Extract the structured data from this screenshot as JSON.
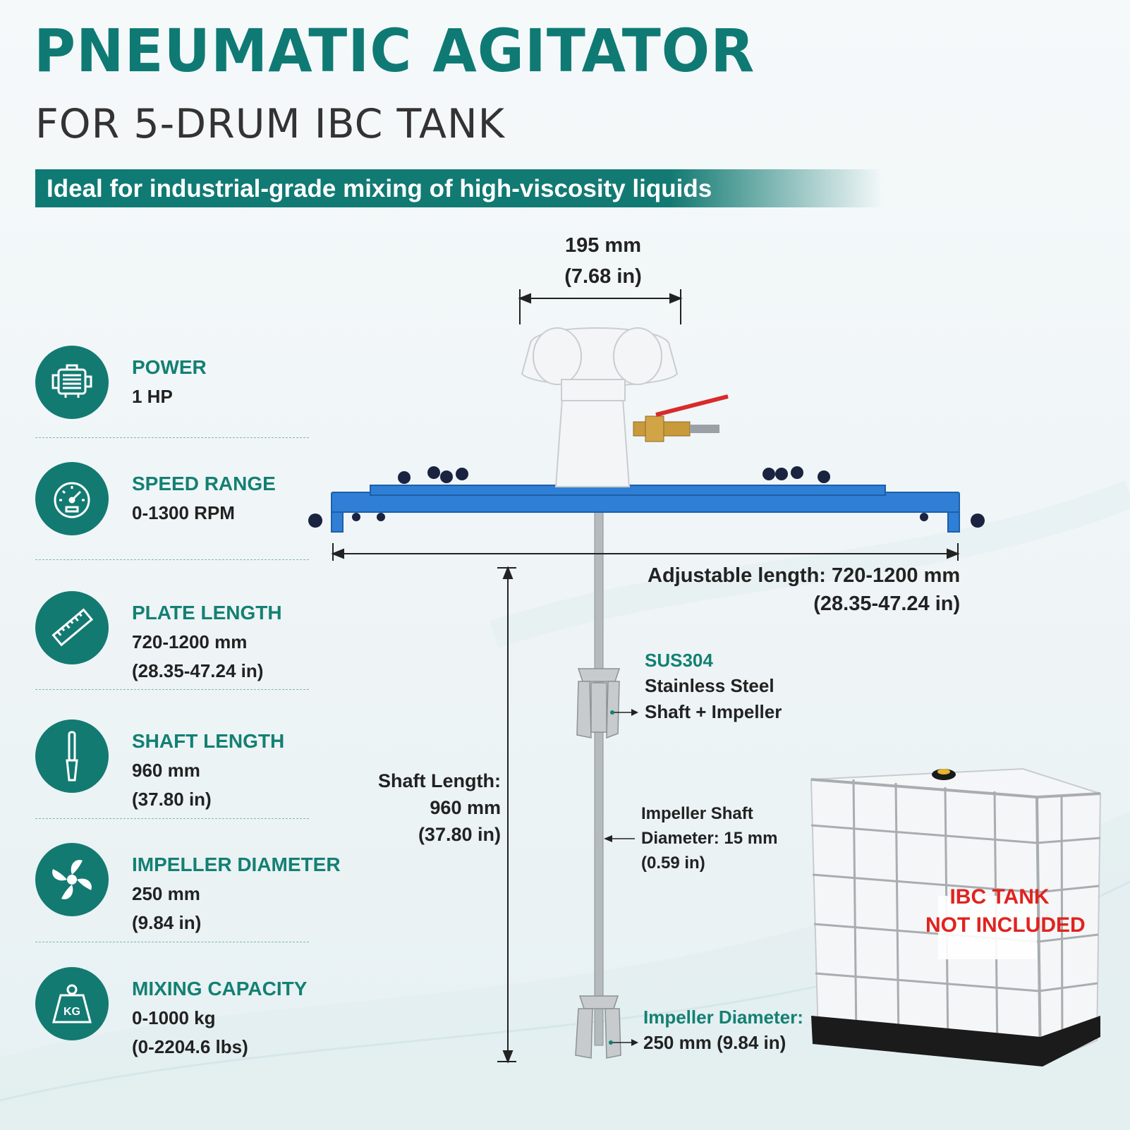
{
  "header": {
    "title": "PNEUMATIC AGITATOR",
    "subtitle": "FOR 5-DRUM IBC TANK",
    "banner": "Ideal for industrial-grade mixing of high-viscosity liquids"
  },
  "specs": [
    {
      "label": "POWER",
      "line1": "1 HP",
      "line2": "",
      "icon": "motor-icon"
    },
    {
      "label": "SPEED RANGE",
      "line1": "0-1300 RPM",
      "line2": "",
      "icon": "speedometer-icon"
    },
    {
      "label": "PLATE LENGTH",
      "line1": "720-1200 mm",
      "line2": "(28.35-47.24 in)",
      "icon": "ruler-icon"
    },
    {
      "label": "SHAFT LENGTH",
      "line1": "960 mm",
      "line2": "(37.80 in)",
      "icon": "shaft-icon"
    },
    {
      "label": "IMPELLER DIAMETER",
      "line1": "250 mm",
      "line2": "(9.84 in)",
      "icon": "impeller-icon"
    },
    {
      "label": "MIXING CAPACITY",
      "line1": "0-1000 kg",
      "line2": "(0-2204.6 lbs)",
      "icon": "weight-icon",
      "icon_text": "KG"
    }
  ],
  "dimensions": {
    "motor_width": "195 mm",
    "motor_width_in": "(7.68 in)",
    "adjustable_length": "Adjustable length: 720-1200 mm",
    "adjustable_length_in": "(28.35-47.24 in)",
    "shaft_length_label": "Shaft Length:",
    "shaft_length": "960 mm",
    "shaft_length_in": "(37.80 in)"
  },
  "annotations": {
    "material_title": "SUS304",
    "material_line1": "Stainless Steel",
    "material_line2": "Shaft + Impeller",
    "shaft_dia_line1": "Impeller Shaft",
    "shaft_dia_line2": "Diameter: 15 mm",
    "shaft_dia_line3": "(0.59 in)",
    "impeller_dia_title": "Impeller Diameter:",
    "impeller_dia_value": "250 mm (9.84 in)"
  },
  "tank": {
    "note_line1": "IBC TANK",
    "note_line2": "NOT INCLUDED"
  },
  "colors": {
    "brand_teal": "#0f7a74",
    "frame_blue": "#2f7fd6",
    "warning_red": "#e0231f"
  }
}
